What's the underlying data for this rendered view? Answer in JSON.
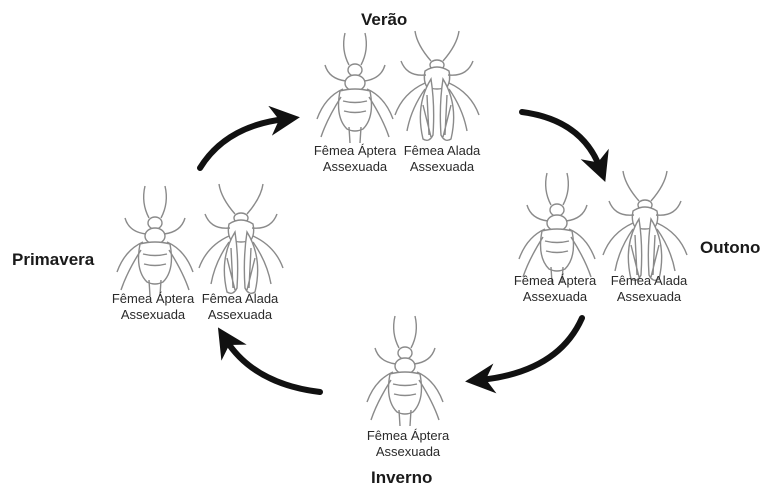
{
  "seasons": {
    "summer": "Verão",
    "autumn": "Outono",
    "winter": "Inverno",
    "spring": "Primavera"
  },
  "forms": {
    "apterous_female_line1": "Fêmea Áptera",
    "winged_female_line1": "Fêmea Alada",
    "asexual_line2": "Assexuada"
  },
  "colors": {
    "insect_stroke": "#8a8a8a",
    "arrow": "#111111"
  }
}
